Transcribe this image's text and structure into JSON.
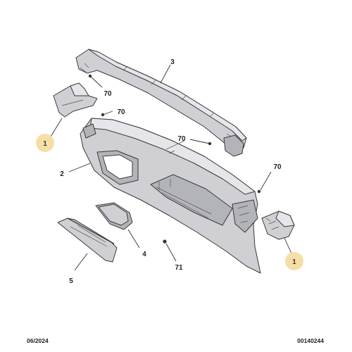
{
  "diagram": {
    "colors": {
      "part_fill": "#cfcfd4",
      "part_shadow": "#b3b3ba",
      "part_light": "#e6e6ea",
      "highlight_circle": "#f5dfa6",
      "line": "#333333"
    },
    "callouts": [
      {
        "id": "callout-1-left",
        "label": "1",
        "highlighted": true
      },
      {
        "id": "callout-1-right",
        "label": "1",
        "highlighted": true
      },
      {
        "id": "callout-2",
        "label": "2",
        "highlighted": false
      },
      {
        "id": "callout-3",
        "label": "3",
        "highlighted": false
      },
      {
        "id": "callout-4",
        "label": "4",
        "highlighted": false
      },
      {
        "id": "callout-5",
        "label": "5",
        "highlighted": false
      },
      {
        "id": "callout-70-a",
        "label": "70",
        "highlighted": false
      },
      {
        "id": "callout-70-b",
        "label": "70",
        "highlighted": false
      },
      {
        "id": "callout-70-c",
        "label": "70",
        "highlighted": false
      },
      {
        "id": "callout-70-d",
        "label": "70",
        "highlighted": false
      },
      {
        "id": "callout-71",
        "label": "71",
        "highlighted": false
      }
    ]
  },
  "footer": {
    "date": "06/2024",
    "reference": "00140244"
  }
}
